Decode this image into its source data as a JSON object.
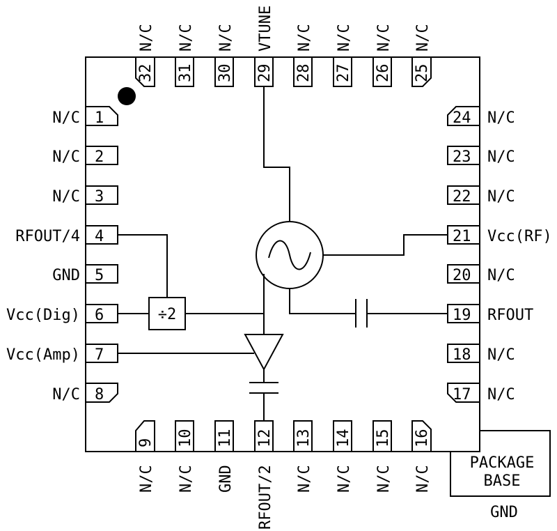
{
  "pins": {
    "p1": {
      "num": "1",
      "name": "N/C"
    },
    "p2": {
      "num": "2",
      "name": "N/C"
    },
    "p3": {
      "num": "3",
      "name": "N/C"
    },
    "p4": {
      "num": "4",
      "name": "RFOUT/4"
    },
    "p5": {
      "num": "5",
      "name": "GND"
    },
    "p6": {
      "num": "6",
      "name": "Vcc(Dig)"
    },
    "p7": {
      "num": "7",
      "name": "Vcc(Amp)"
    },
    "p8": {
      "num": "8",
      "name": "N/C"
    },
    "p9": {
      "num": "9",
      "name": "N/C"
    },
    "p10": {
      "num": "10",
      "name": "N/C"
    },
    "p11": {
      "num": "11",
      "name": "GND"
    },
    "p12": {
      "num": "12",
      "name": "RFOUT/2"
    },
    "p13": {
      "num": "13",
      "name": "N/C"
    },
    "p14": {
      "num": "14",
      "name": "N/C"
    },
    "p15": {
      "num": "15",
      "name": "N/C"
    },
    "p16": {
      "num": "16",
      "name": "N/C"
    },
    "p17": {
      "num": "17",
      "name": "N/C"
    },
    "p18": {
      "num": "18",
      "name": "N/C"
    },
    "p19": {
      "num": "19",
      "name": "RFOUT"
    },
    "p20": {
      "num": "20",
      "name": "N/C"
    },
    "p21": {
      "num": "21",
      "name": "Vcc(RF)"
    },
    "p22": {
      "num": "22",
      "name": "N/C"
    },
    "p23": {
      "num": "23",
      "name": "N/C"
    },
    "p24": {
      "num": "24",
      "name": "N/C"
    },
    "p25": {
      "num": "25",
      "name": "N/C"
    },
    "p26": {
      "num": "26",
      "name": "N/C"
    },
    "p27": {
      "num": "27",
      "name": "N/C"
    },
    "p28": {
      "num": "28",
      "name": "N/C"
    },
    "p29": {
      "num": "29",
      "name": "VTUNE"
    },
    "p30": {
      "num": "30",
      "name": "N/C"
    },
    "p31": {
      "num": "31",
      "name": "N/C"
    },
    "p32": {
      "num": "32",
      "name": "N/C"
    }
  },
  "divider": {
    "label": "÷2"
  },
  "package_base": {
    "line1": "PACKAGE",
    "line2": "BASE",
    "pin_name": "GND"
  }
}
